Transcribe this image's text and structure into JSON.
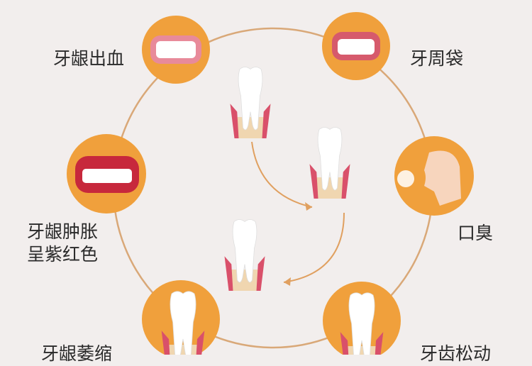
{
  "colors": {
    "ring": "#d9a878",
    "circle": "#f0a03c",
    "gum": "#d9506a",
    "bone": "#f0d6b0",
    "tooth": "#ffffff",
    "background": "#f2eeed"
  },
  "stages": [
    {
      "label": "牙龈出血",
      "icon": "teeth-bleeding-gums-icon"
    },
    {
      "label": "牙周袋",
      "icon": "teeth-pocket-icon"
    },
    {
      "label": "口臭",
      "icon": "bad-breath-icon"
    },
    {
      "label": "牙龈肿胀",
      "label2": "呈紫红色",
      "icon": "swollen-gums-icon"
    },
    {
      "label": "牙龈萎缩",
      "icon": "gum-recession-icon"
    },
    {
      "label": "牙齿松动",
      "icon": "loose-tooth-icon"
    }
  ]
}
